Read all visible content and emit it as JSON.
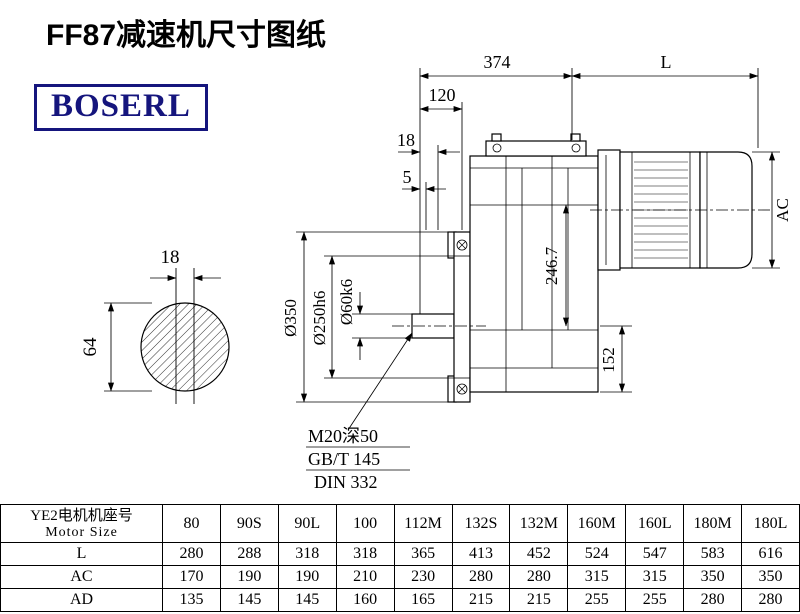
{
  "page": {
    "title": "FF87减速机尺寸图纸",
    "brand": "BOSERL",
    "brand_color": "#15157d",
    "line_color": "#000000",
    "background": "#ffffff"
  },
  "drawing": {
    "dims": {
      "d374": "374",
      "dL": "L",
      "d120": "120",
      "d18_top": "18",
      "d5": "5",
      "dAC": "AC",
      "d246_7": "246.7",
      "d350": "Ø350",
      "d250": "Ø250h6",
      "d60": "Ø60k6",
      "d152": "152",
      "shaft_key_width": "18",
      "shaft_height": "64"
    },
    "notes": {
      "tap": "M20深50",
      "gb": "GB/T 145",
      "din": "DIN 332"
    }
  },
  "table": {
    "header": {
      "label_cn": "YE2电机机座号",
      "label_en": "Motor Size",
      "columns": [
        "80",
        "90S",
        "90L",
        "100",
        "112M",
        "132S",
        "132M",
        "160M",
        "160L",
        "180M",
        "180L"
      ]
    },
    "rows": [
      {
        "label": "L",
        "values": [
          "280",
          "288",
          "318",
          "318",
          "365",
          "413",
          "452",
          "524",
          "547",
          "583",
          "616"
        ]
      },
      {
        "label": "AC",
        "values": [
          "170",
          "190",
          "190",
          "210",
          "230",
          "280",
          "280",
          "315",
          "315",
          "350",
          "350"
        ]
      },
      {
        "label": "AD",
        "values": [
          "135",
          "145",
          "145",
          "160",
          "165",
          "215",
          "215",
          "255",
          "255",
          "280",
          "280"
        ]
      }
    ]
  }
}
